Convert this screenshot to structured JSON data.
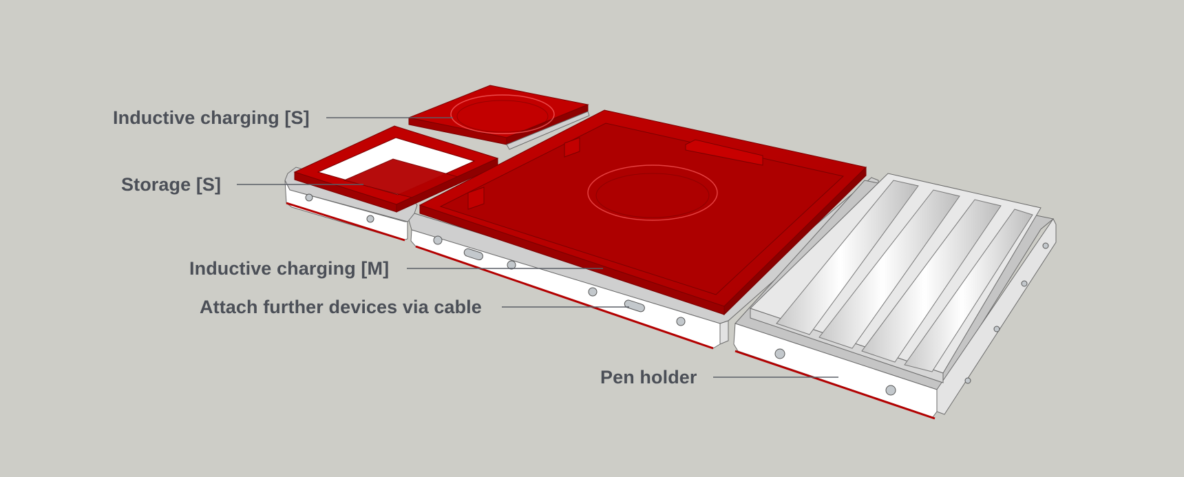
{
  "diagram": {
    "labels": {
      "inductive_s": "Inductive charging [S]",
      "storage_s": "Storage [S]",
      "inductive_m": "Inductive charging [M]",
      "attach_cable": "Attach further devices via cable",
      "pen_holder": "Pen holder"
    },
    "colors": {
      "background": "#cdcdc7",
      "module_red": "#b30000",
      "module_base": "#ffffff",
      "module_rim": "#c9c9c9",
      "leader_line": "#5a5e66",
      "label_text": "#4b4f57"
    }
  }
}
